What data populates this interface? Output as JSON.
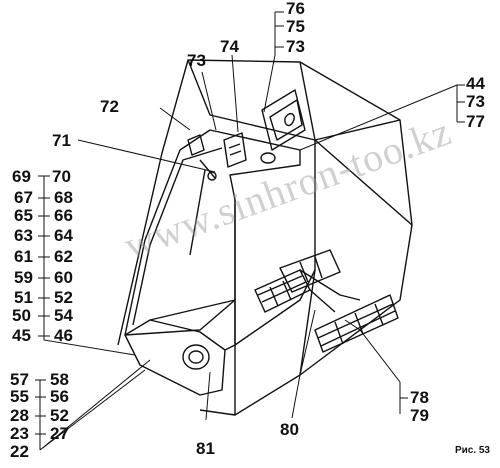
{
  "figure_caption": "Рис. 53",
  "watermark_text": "www.sinhron-too.kz",
  "labels": {
    "l76": "76",
    "l75": "75",
    "l73_top": "73",
    "l74": "74",
    "l73_left": "73",
    "l72": "72",
    "l71": "71",
    "l44": "44",
    "l73_right": "73",
    "l77": "77",
    "l69": "69",
    "l70": "70",
    "l67": "67",
    "l68": "68",
    "l65": "65",
    "l66": "66",
    "l63": "63",
    "l64": "64",
    "l61": "61",
    "l62": "62",
    "l59": "59",
    "l60": "60",
    "l51": "51",
    "l52a": "52",
    "l50": "50",
    "l54": "54",
    "l45": "45",
    "l46": "46",
    "l57": "57",
    "l58": "58",
    "l55": "55",
    "l56": "56",
    "l28": "28",
    "l52b": "52",
    "l23": "23",
    "l27": "27",
    "l22": "22",
    "l78": "78",
    "l79": "79",
    "l80": "80",
    "l81": "81"
  },
  "colors": {
    "ink": "#111111",
    "watermark": "#9a9a9a"
  }
}
